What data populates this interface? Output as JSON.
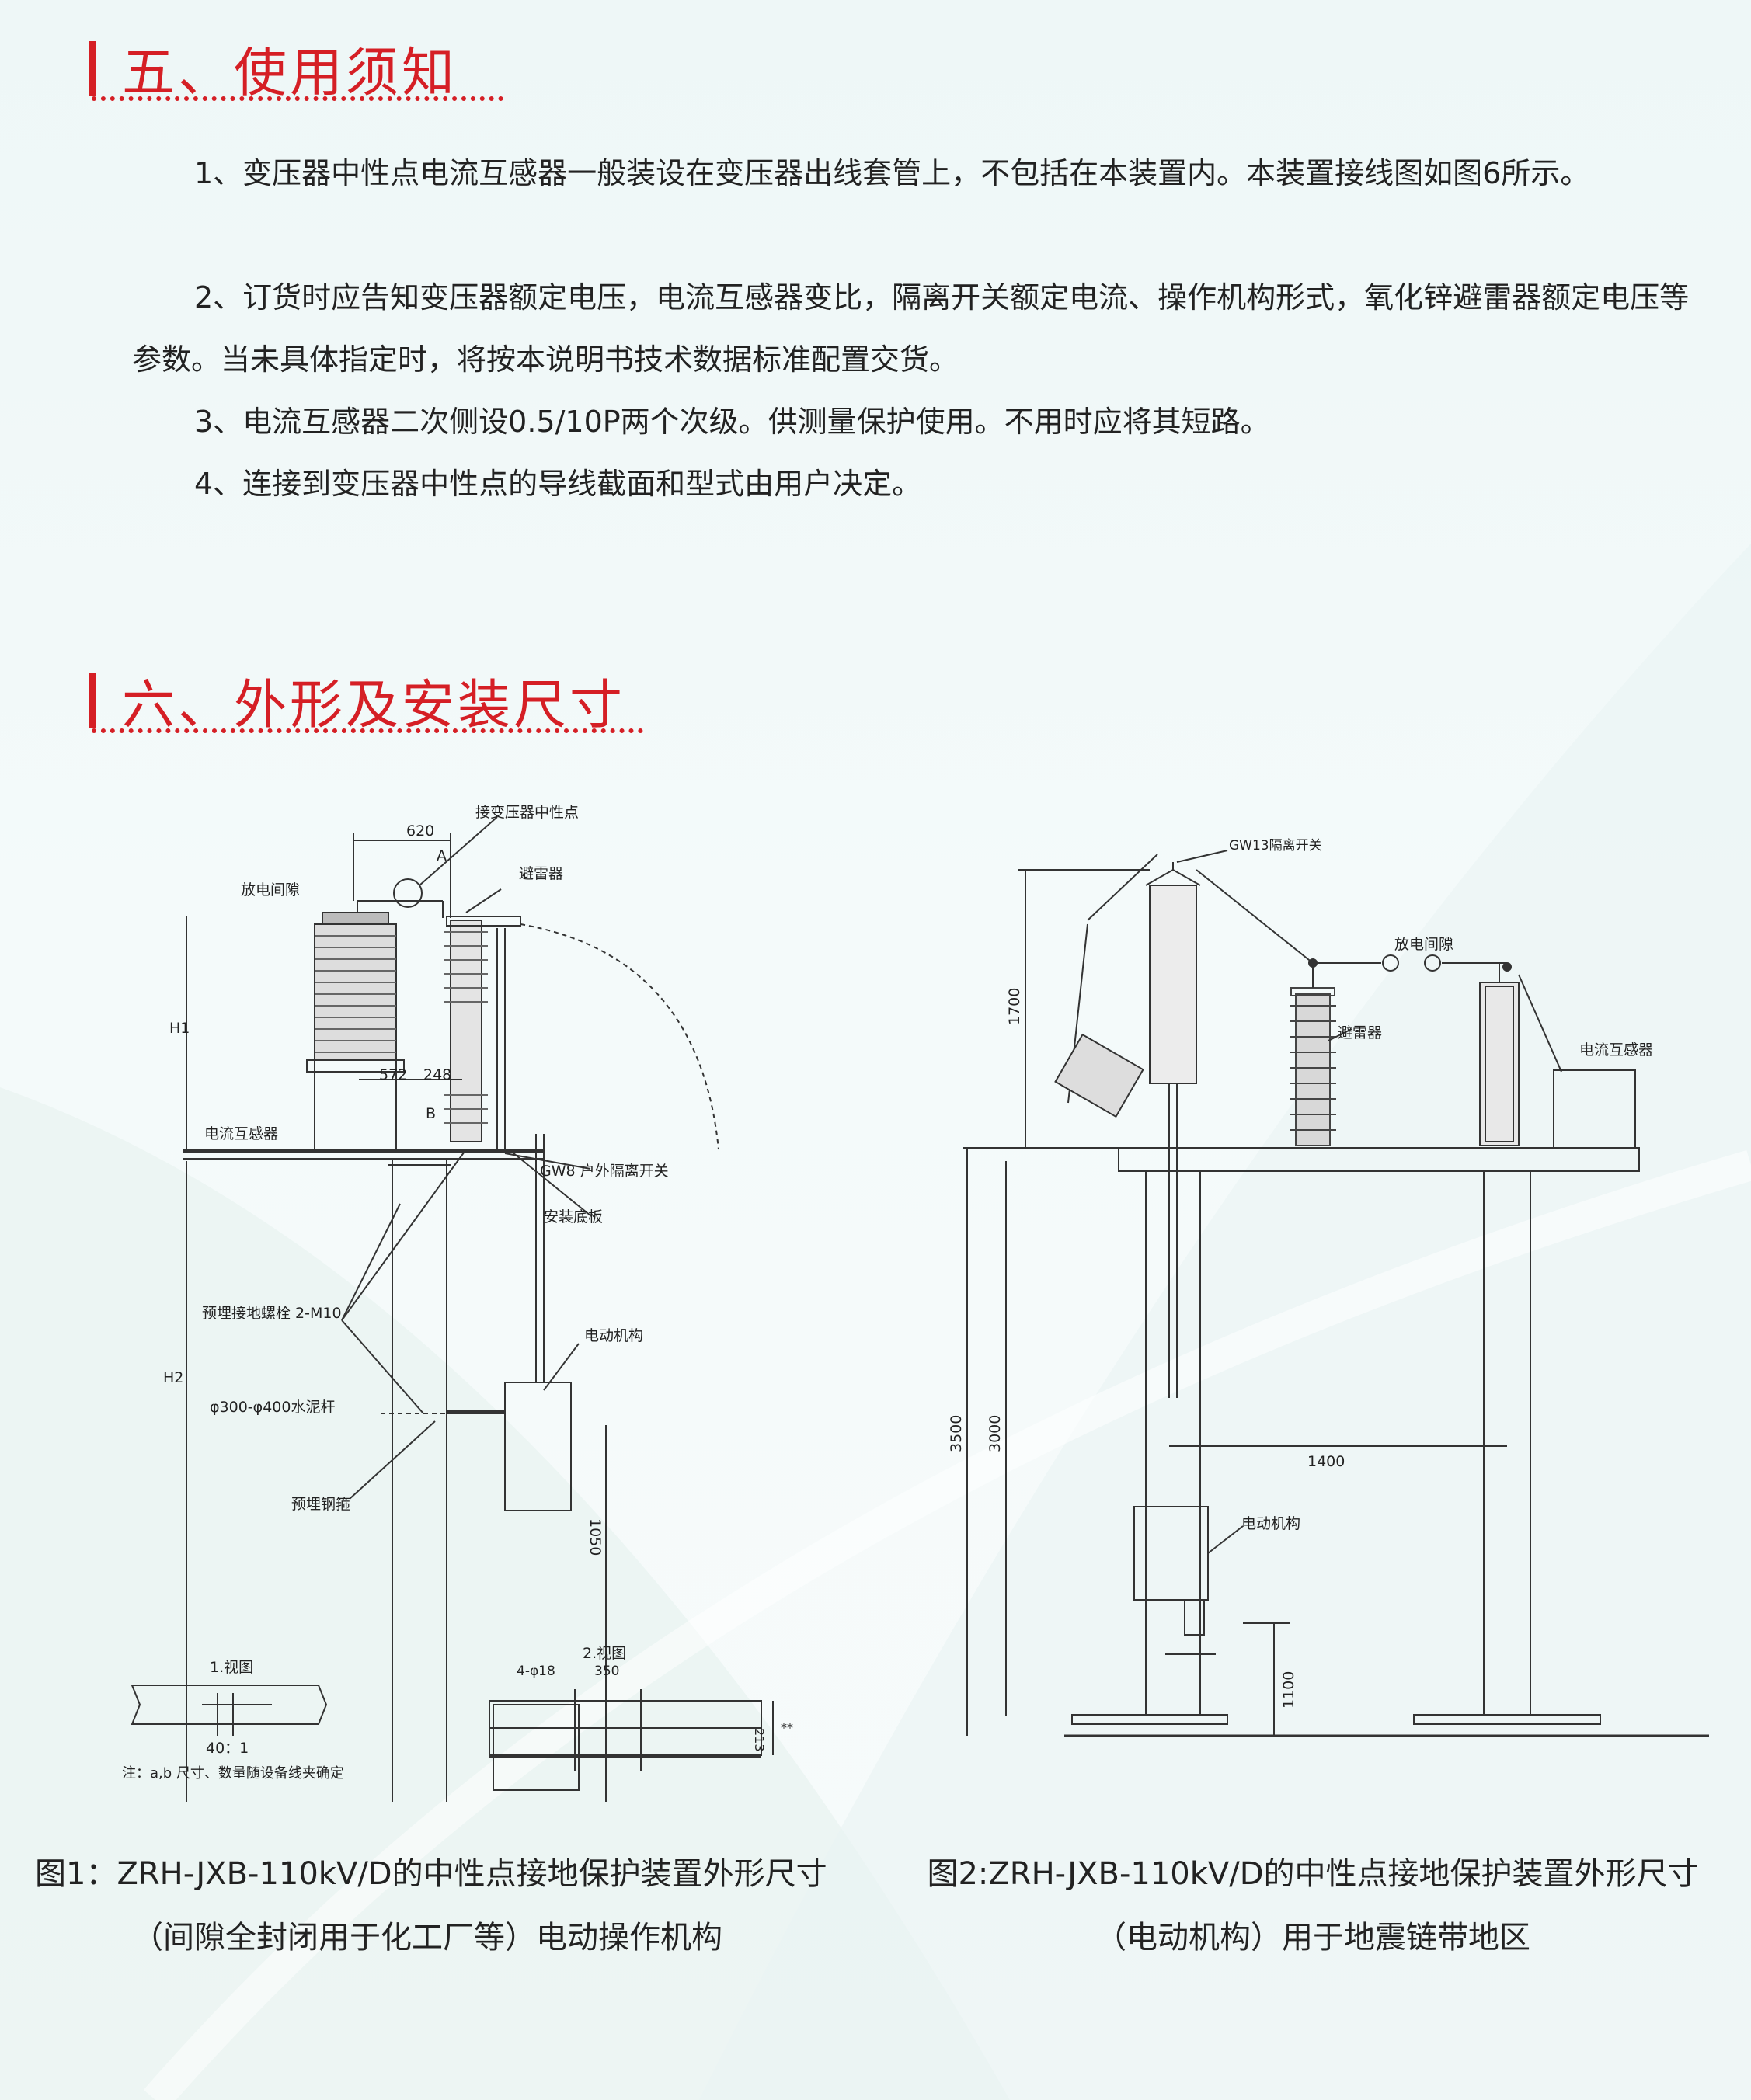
{
  "section5": {
    "title": "五、使用须知",
    "items": [
      "1、变压器中性点电流互感器一般装设在变压器出线套管上，不包括在本装置内。本装置接线图如图6所示。",
      "2、订货时应告知变压器额定电压，电流互感器变比，隔离开关额定电流、操作机构形式，氧化锌避雷器额定电压等参数。当未具体指定时，将按本说明书技术数据标准配置交货。",
      "3、电流互感器二次侧设0.5/10P两个次级。供测量保护使用。不用时应将其短路。",
      "4、连接到变压器中性点的导线截面和型式由用户决定。"
    ]
  },
  "section6": {
    "title": "六、外形及安装尺寸"
  },
  "fig1": {
    "labels": {
      "neutral": "接变压器中性点",
      "dim620": "620",
      "markA": "A",
      "gap": "放电间隙",
      "arrester": "避雷器",
      "h1": "H1",
      "dim572": "572",
      "dim248": "248",
      "markB": "B",
      "ct": "电流互感器",
      "gw8": "GW8 户外隔离开关",
      "base": "安装底板",
      "bolt": "预埋接地螺栓 2-M10",
      "motor": "电动机构",
      "h2": "H2",
      "pole": "φ300-φ400水泥杆",
      "hoop": "预埋钢箍",
      "dim1050": "1050",
      "view1": "1.视图",
      "ratio": "40：1",
      "note": "注：a,b 尺寸、数量随设备线夹确定",
      "view2": "2.视图",
      "holes": "4-φ18",
      "dim350": "350",
      "dim213": "213",
      "stars": "**"
    },
    "caption_line1": "图1：ZRH-JXB-110kV/D的中性点接地保护装置外形尺寸",
    "caption_line2": "（间隙全封闭用于化工厂等）电动操作机构"
  },
  "fig2": {
    "labels": {
      "gw13": "GW13隔离开关",
      "gap": "放电间隙",
      "arrester": "避雷器",
      "ct": "电流互感器",
      "dim1700": "1700",
      "dim3500": "3500",
      "dim3000": "3000",
      "dim1400": "1400",
      "motor": "电动机构",
      "dim1100": "1100"
    },
    "caption_line1": "图2:ZRH-JXB-110kV/D的中性点接地保护装置外形尺寸",
    "caption_line2": "（电动机构）用于地震链带地区"
  }
}
